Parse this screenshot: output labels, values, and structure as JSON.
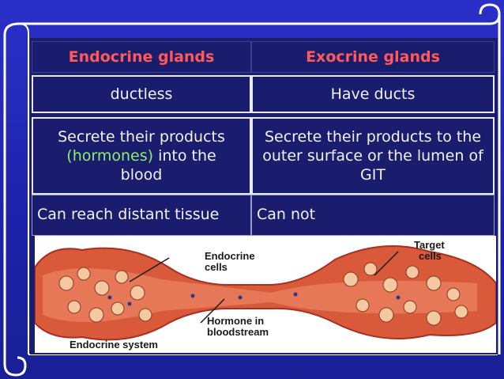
{
  "table": {
    "header": {
      "left": "Endocrine glands",
      "right": "Exocrine glands"
    },
    "rows": [
      {
        "left": "ductless",
        "right": "Have ducts"
      },
      {
        "left_parts": [
          "Secrete their products",
          "(hormones)",
          " into the",
          "blood"
        ],
        "right": "Secrete their products to the outer surface or the lumen of GIT"
      },
      {
        "left": "Can reach distant tissue",
        "right": "Can not"
      }
    ]
  },
  "diagram": {
    "labels": {
      "endocrine_cells": [
        "Endocrine",
        "cells"
      ],
      "target_cells": [
        "Target",
        "cells"
      ],
      "hormone": [
        "Hormone in",
        "bloodstream"
      ],
      "system": "Endocrine system"
    }
  },
  "colors": {
    "header_text": "#ff5a5a",
    "hormones_text": "#8cf06a",
    "background": "#1a1f96"
  }
}
